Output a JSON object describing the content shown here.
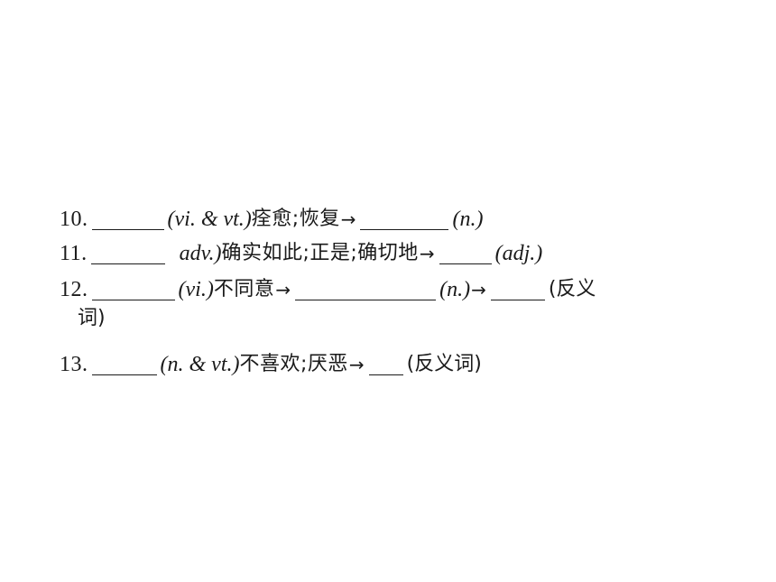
{
  "items": [
    {
      "num": "10.",
      "pos1": "(vi. & vt.)",
      "meaning": "痊愈;恢复",
      "arrow": "→",
      "pos2": "(n.)"
    },
    {
      "num": "11.",
      "pos1": "adv.)",
      "meaning": "确实如此;正是;确切地",
      "arrow": "→",
      "pos2": "(adj.)"
    },
    {
      "num": "12.",
      "pos1": "(vi.)",
      "meaning": "不同意",
      "arrow": "→",
      "pos2": "(n.)",
      "arrow2": "→",
      "note": "(反义",
      "note_cont": "词)"
    },
    {
      "num": "13.",
      "pos1": "(n. & vt.)",
      "meaning": "不喜欢;厌恶",
      "arrow": "→",
      "note": "(反义词)"
    }
  ]
}
